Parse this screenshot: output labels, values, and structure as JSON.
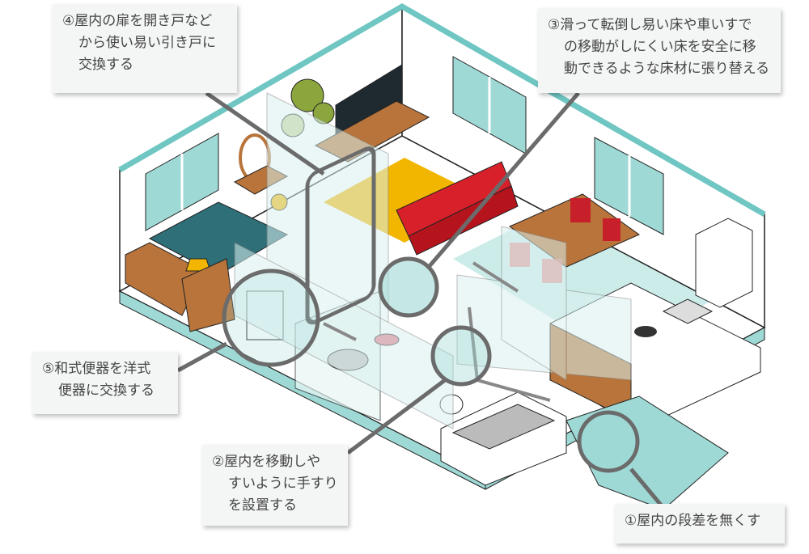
{
  "callouts": {
    "c1": {
      "lines": [
        "①屋内の段差を無くす"
      ]
    },
    "c2": {
      "lines": [
        "②屋内を移動しや",
        "すいように手すり",
        "を設置する"
      ]
    },
    "c3": {
      "lines": [
        "③滑って転倒し易い床や車いすで",
        "の移動がしにくい床を安全に移",
        "動できるような床材に張り替える"
      ]
    },
    "c4": {
      "lines": [
        "④屋内の扉を開き戸など",
        "から使い易い引き戸に",
        "交換する"
      ]
    },
    "c5": {
      "lines": [
        "⑤和式便器を洋式",
        "便器に交換する"
      ]
    }
  },
  "colors": {
    "wall": "#9fd9d6",
    "floor": "#ffffff",
    "bed": "#2f6f78",
    "sofa": "#d8202a",
    "rug": "#f2b600",
    "wood": "#b8743a",
    "chair": "#c8202a",
    "plant": "#8aa63c",
    "leader": "#6b6b6b"
  }
}
